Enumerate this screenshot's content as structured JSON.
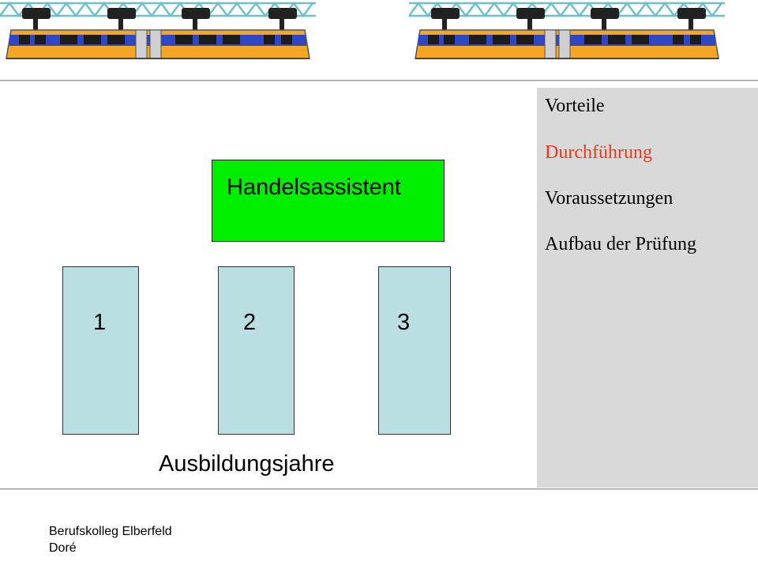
{
  "colors": {
    "active_menu": "#e83a1a",
    "menu_text": "#000000",
    "sidebar_bg": "#d9d9d9",
    "central_box": "#00ee00",
    "year_box": "#b9dfe3",
    "train_body": "#f5a623",
    "train_stripe": "#2f47c4",
    "truss": "#6fbfc9"
  },
  "header": {
    "train_icon_left": "suspension-railway-train-icon",
    "train_icon_right": "suspension-railway-train-icon"
  },
  "menu": {
    "items": [
      {
        "label": "Vorteile",
        "active": false
      },
      {
        "label": "Durchführung",
        "active": true
      },
      {
        "label": "Voraussetzungen",
        "active": false
      },
      {
        "label": "Aufbau der Prüfung",
        "active": false
      }
    ]
  },
  "diagram": {
    "central_label": "Handelsassistent",
    "years": [
      "1",
      "2",
      "3"
    ],
    "caption": "Ausbildungsjahre"
  },
  "footer": {
    "line1": "Berufskolleg Elberfeld",
    "line2": "Doré"
  }
}
